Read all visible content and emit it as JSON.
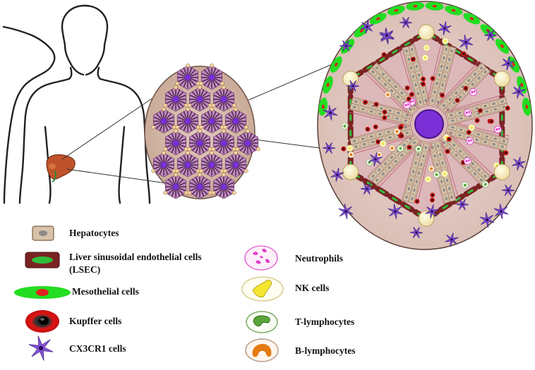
{
  "legend": {
    "hepatocytes": "Hepatocytes",
    "lsec_line1": "Liver sinusoidal endothelial cells",
    "lsec_line2": "(LSEC)",
    "mesothelial": "Mesothelial cells",
    "kupffer": "Kupffer cells",
    "cx3cr1": "CX3CR1 cells",
    "neutrophils": "Neutrophils",
    "nk": "NK cells",
    "t_lymph": "T-lymphocytes",
    "b_lymph": "B-lymphocytes"
  },
  "colors": {
    "hepatocyte_fill": "#d8c3aa",
    "hepatocyte_nucleus": "#8a8a8a",
    "lsec_fill": "#7a2323",
    "lsec_core": "#2fbf3a",
    "mesothelial_fill": "#22dd22",
    "mesothelial_core": "#e02020",
    "kupffer_fill": "#e01515",
    "kupffer_core": "#111111",
    "cx3cr1_fill": "#8a55d8",
    "neutrophil_fill": "#e040c8",
    "nk_fill": "#f5e630",
    "t_lymph_fill": "#5aa43a",
    "b_lymph_fill": "#e57a12",
    "lobule_bg": "#e6d2cc",
    "lobule_fill": "#d6b8b0",
    "central_vein": "#7b2fd6"
  }
}
